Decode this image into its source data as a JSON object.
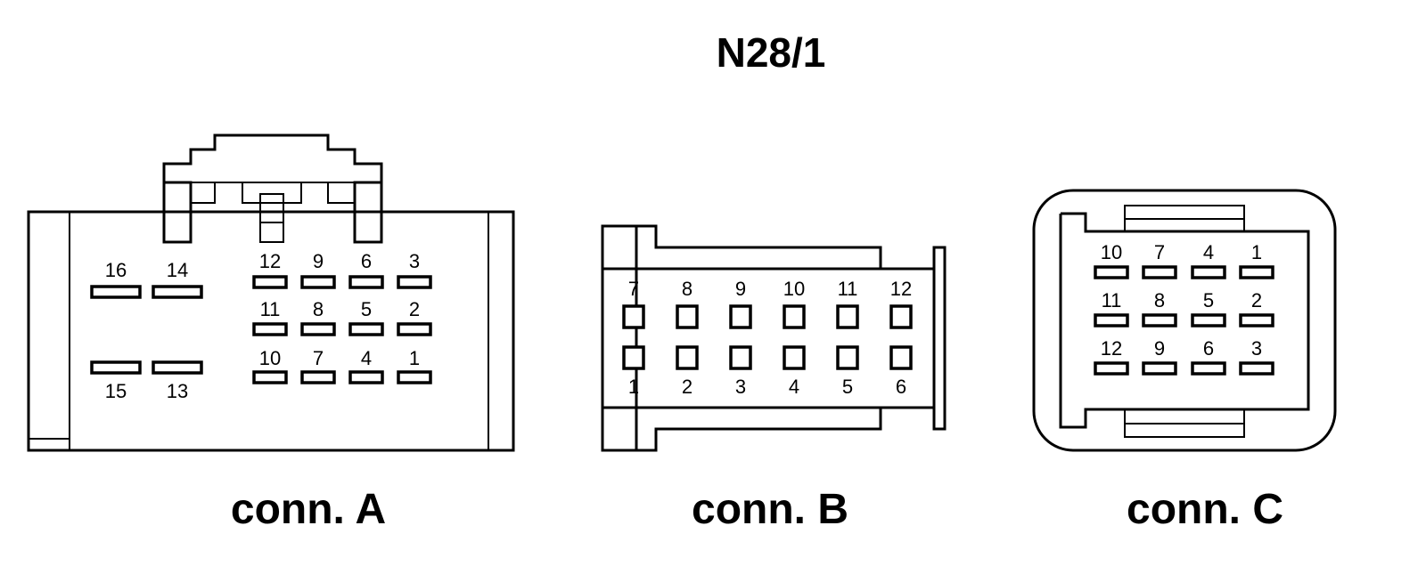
{
  "title": "N28/1",
  "connectors": [
    {
      "label": "conn. A",
      "pins": [
        {
          "no": "16"
        },
        {
          "no": "14"
        },
        {
          "no": "15"
        },
        {
          "no": "13"
        },
        {
          "no": "12"
        },
        {
          "no": "9"
        },
        {
          "no": "6"
        },
        {
          "no": "3"
        },
        {
          "no": "11"
        },
        {
          "no": "8"
        },
        {
          "no": "5"
        },
        {
          "no": "2"
        },
        {
          "no": "10"
        },
        {
          "no": "7"
        },
        {
          "no": "4"
        },
        {
          "no": "1"
        }
      ]
    },
    {
      "label": "conn. B",
      "pins": [
        {
          "no": "7"
        },
        {
          "no": "8"
        },
        {
          "no": "9"
        },
        {
          "no": "10"
        },
        {
          "no": "11"
        },
        {
          "no": "12"
        },
        {
          "no": "1"
        },
        {
          "no": "2"
        },
        {
          "no": "3"
        },
        {
          "no": "4"
        },
        {
          "no": "5"
        },
        {
          "no": "6"
        }
      ]
    },
    {
      "label": "conn. C",
      "pins": [
        {
          "no": "10"
        },
        {
          "no": "7"
        },
        {
          "no": "4"
        },
        {
          "no": "1"
        },
        {
          "no": "11"
        },
        {
          "no": "8"
        },
        {
          "no": "5"
        },
        {
          "no": "2"
        },
        {
          "no": "12"
        },
        {
          "no": "9"
        },
        {
          "no": "6"
        },
        {
          "no": "3"
        }
      ]
    }
  ]
}
